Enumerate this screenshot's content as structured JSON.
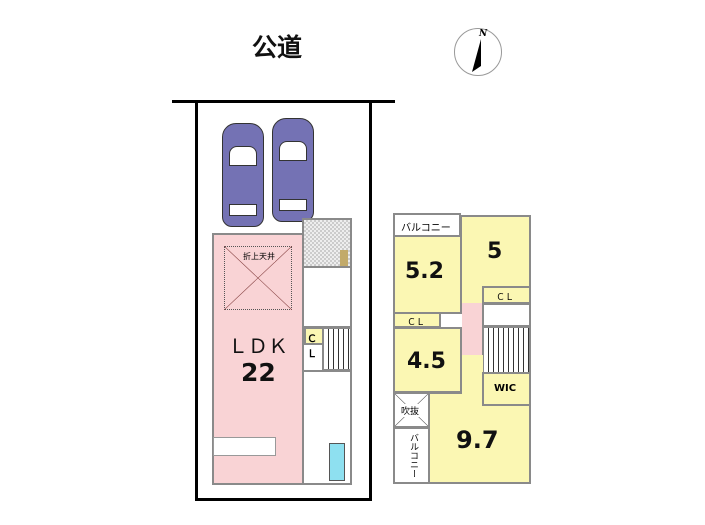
{
  "header": {
    "road_label": "公道",
    "compass_label": "N"
  },
  "floor1": {
    "ceiling_label": "折上天井",
    "ldk_label": "ＬＤＫ",
    "ldk_size": "22",
    "closet_label": "ＣＬ"
  },
  "floor2": {
    "balcony_top": "バルコニー",
    "room_a": "5.2",
    "room_a_closet": "ＣＬ",
    "room_b": "5",
    "room_b_closet": "ＣＬ",
    "room_c": "4.5",
    "wic_label": "WIC",
    "void_label": "吹抜",
    "balcony_side": "バルコニー",
    "room_d": "9.7"
  },
  "colors": {
    "room": "#fbf7b3",
    "ldk": "#f9d3d5",
    "car": "#7472b4",
    "bath": "#8ee0f0"
  }
}
